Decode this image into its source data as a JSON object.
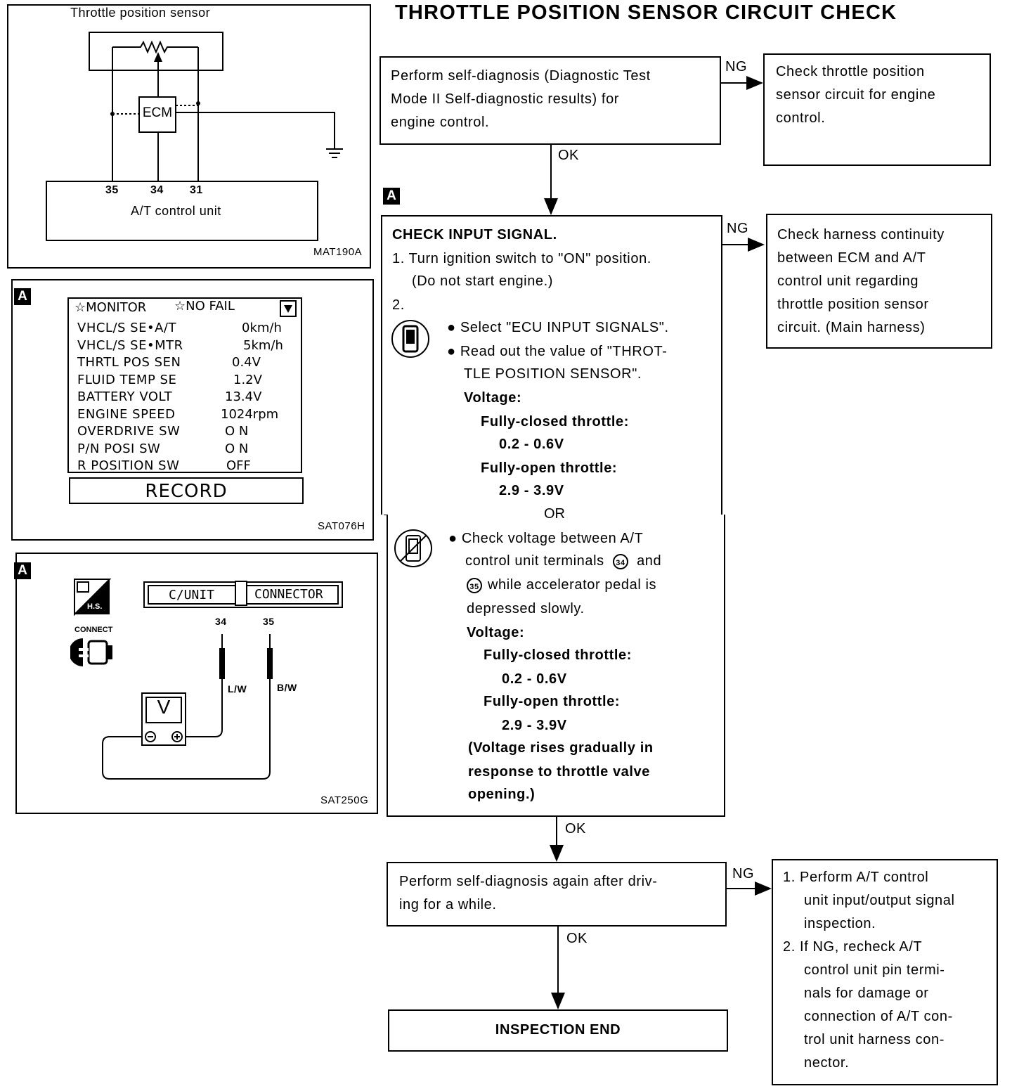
{
  "title": "THROTTLE POSITION SENSOR CIRCUIT CHECK",
  "figures": {
    "schematic": {
      "sensor_label": "Throttle position sensor",
      "ecm_label": "ECM",
      "pin_35": "35",
      "pin_34": "34",
      "pin_31": "31",
      "unit_label": "A/T control unit",
      "code": "MAT190A"
    },
    "monitor": {
      "tag": "A",
      "header_left": "☆MONITOR",
      "header_right": "☆NO FAIL",
      "rows": [
        {
          "name": "VHCL/S SE•A/T",
          "value": "0km/h"
        },
        {
          "name": "VHCL/S SE•MTR",
          "value": "5km/h"
        },
        {
          "name": "THRTL POS SEN",
          "value": "0.4V"
        },
        {
          "name": "FLUID TEMP SE",
          "value": "1.2V"
        },
        {
          "name": "BATTERY VOLT",
          "value": "13.4V"
        },
        {
          "name": "ENGINE SPEED",
          "value": "1024rpm"
        },
        {
          "name": "OVERDRIVE SW",
          "value": "O N"
        },
        {
          "name": "P/N POSI SW",
          "value": "O N"
        },
        {
          "name": "R POSITION SW",
          "value": "OFF"
        }
      ],
      "record_button": "RECORD",
      "code": "SAT076H"
    },
    "voltmeter": {
      "tag": "A",
      "cunit": "C/UNIT",
      "connector": "CONNECTOR",
      "hs": "H.S.",
      "connect": "CONNECT",
      "pin_34": "34",
      "pin_35": "35",
      "wire_lw": "L/W",
      "wire_bw": "B/W",
      "meter": "V",
      "code": "SAT250G"
    }
  },
  "flow": {
    "step1": {
      "lines": [
        "Perform self-diagnosis (Diagnostic Test",
        "Mode II Self-diagnostic results) for",
        "engine control."
      ],
      "ng_label": "NG",
      "ok_label": "OK",
      "ng_result": [
        "Check throttle position",
        "sensor circuit for engine",
        "control."
      ]
    },
    "step2": {
      "tag": "A",
      "heading": "CHECK INPUT SIGNAL.",
      "item1": "1. Turn ignition switch to \"ON\" position.",
      "item1b": "(Do not start engine.)",
      "item2": "2.",
      "b1": "Select \"ECU INPUT SIGNALS\".",
      "b2a": "Read out the value of \"THROT-",
      "b2b": "TLE POSITION SENSOR\".",
      "voltage": "Voltage:",
      "closed": "Fully-closed throttle:",
      "closed_val": "0.2 - 0.6V",
      "open": "Fully-open throttle:",
      "open_val": "2.9 - 3.9V",
      "or": "OR",
      "c1": "Check voltage between A/T",
      "c2a": "control unit terminals",
      "c2b": "and",
      "c3": "while accelerator pedal is",
      "c4": "depressed slowly.",
      "note1": "(Voltage rises gradually in",
      "note2": "response to throttle valve",
      "note3": "opening.)",
      "ng_label": "NG",
      "ok_label": "OK",
      "ng_result": [
        "Check harness continuity",
        "between ECM and A/T",
        "control unit regarding",
        "throttle position sensor",
        "circuit. (Main harness)"
      ]
    },
    "step3": {
      "lines": [
        "Perform self-diagnosis again after driv-",
        "ing for a while."
      ],
      "ng_label": "NG",
      "ok_label": "OK",
      "ng_result": [
        "1. Perform A/T control",
        "unit input/output signal",
        "inspection.",
        "2. If NG, recheck A/T",
        "control unit pin termi-",
        "nals for damage or",
        "connection of A/T con-",
        "trol unit harness con-",
        "nector."
      ]
    },
    "end": "INSPECTION END"
  }
}
